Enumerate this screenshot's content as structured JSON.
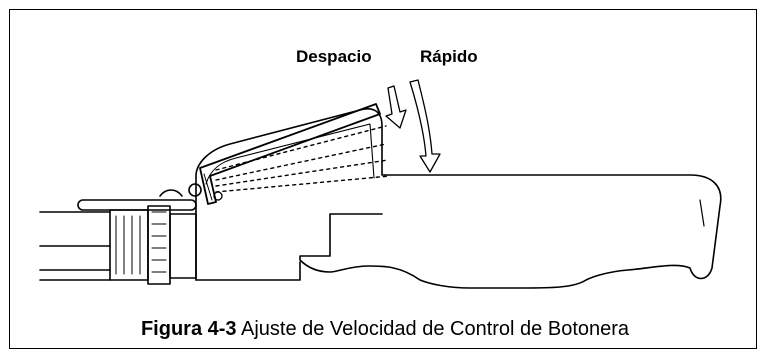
{
  "labels": {
    "slow": "Despacio",
    "fast": "Rápido"
  },
  "caption": {
    "number": "Figura 4-3",
    "text": "Ajuste de Velocidad de Control de Botonera"
  },
  "colors": {
    "line": "#000000",
    "background": "#ffffff"
  }
}
